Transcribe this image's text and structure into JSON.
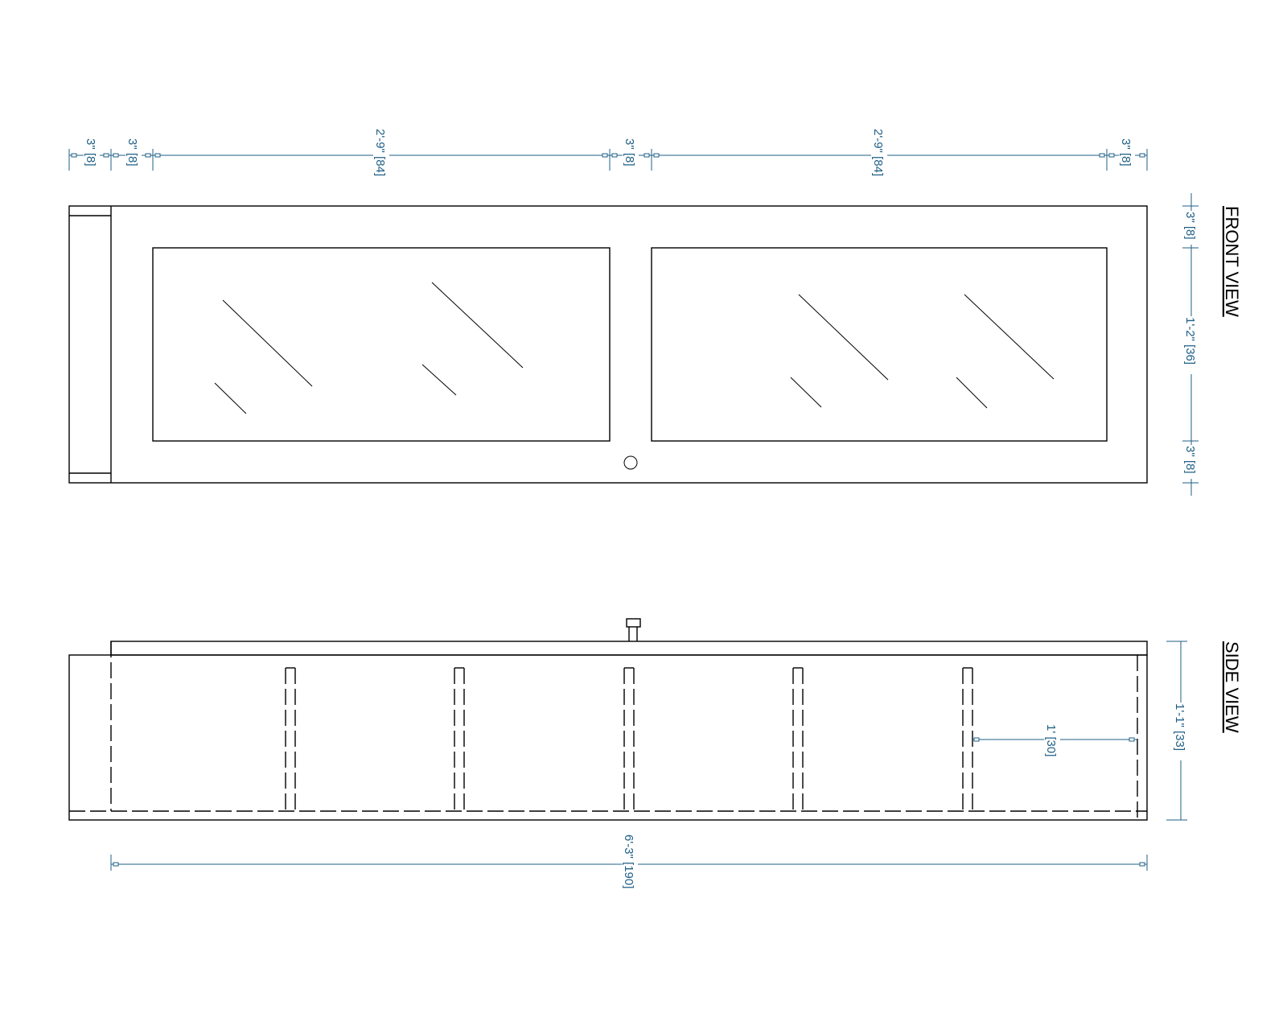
{
  "views": {
    "front": {
      "title": "FRONT VIEW"
    },
    "side": {
      "title": "SIDE VIEW"
    }
  },
  "dimensions": {
    "front_horizontal": [
      {
        "label": "3\" [8]"
      },
      {
        "label": "3\" [8]"
      },
      {
        "label": "2'-9\" [84]"
      },
      {
        "label": "3\" [8]"
      },
      {
        "label": "2'-9\" [84]"
      },
      {
        "label": "3\" [8]"
      }
    ],
    "front_vertical": [
      {
        "label": "3\" [8]"
      },
      {
        "label": "1'-2\" [36]"
      },
      {
        "label": "3\" [8]"
      }
    ],
    "side_height": {
      "label": "1'-1\" [33]"
    },
    "side_spacing": {
      "label": "1' [30]"
    },
    "side_length": {
      "label": "6'-3\" [190]"
    }
  },
  "colors": {
    "dimension": "#1f5f86",
    "object": "#000000",
    "background": "#ffffff"
  }
}
